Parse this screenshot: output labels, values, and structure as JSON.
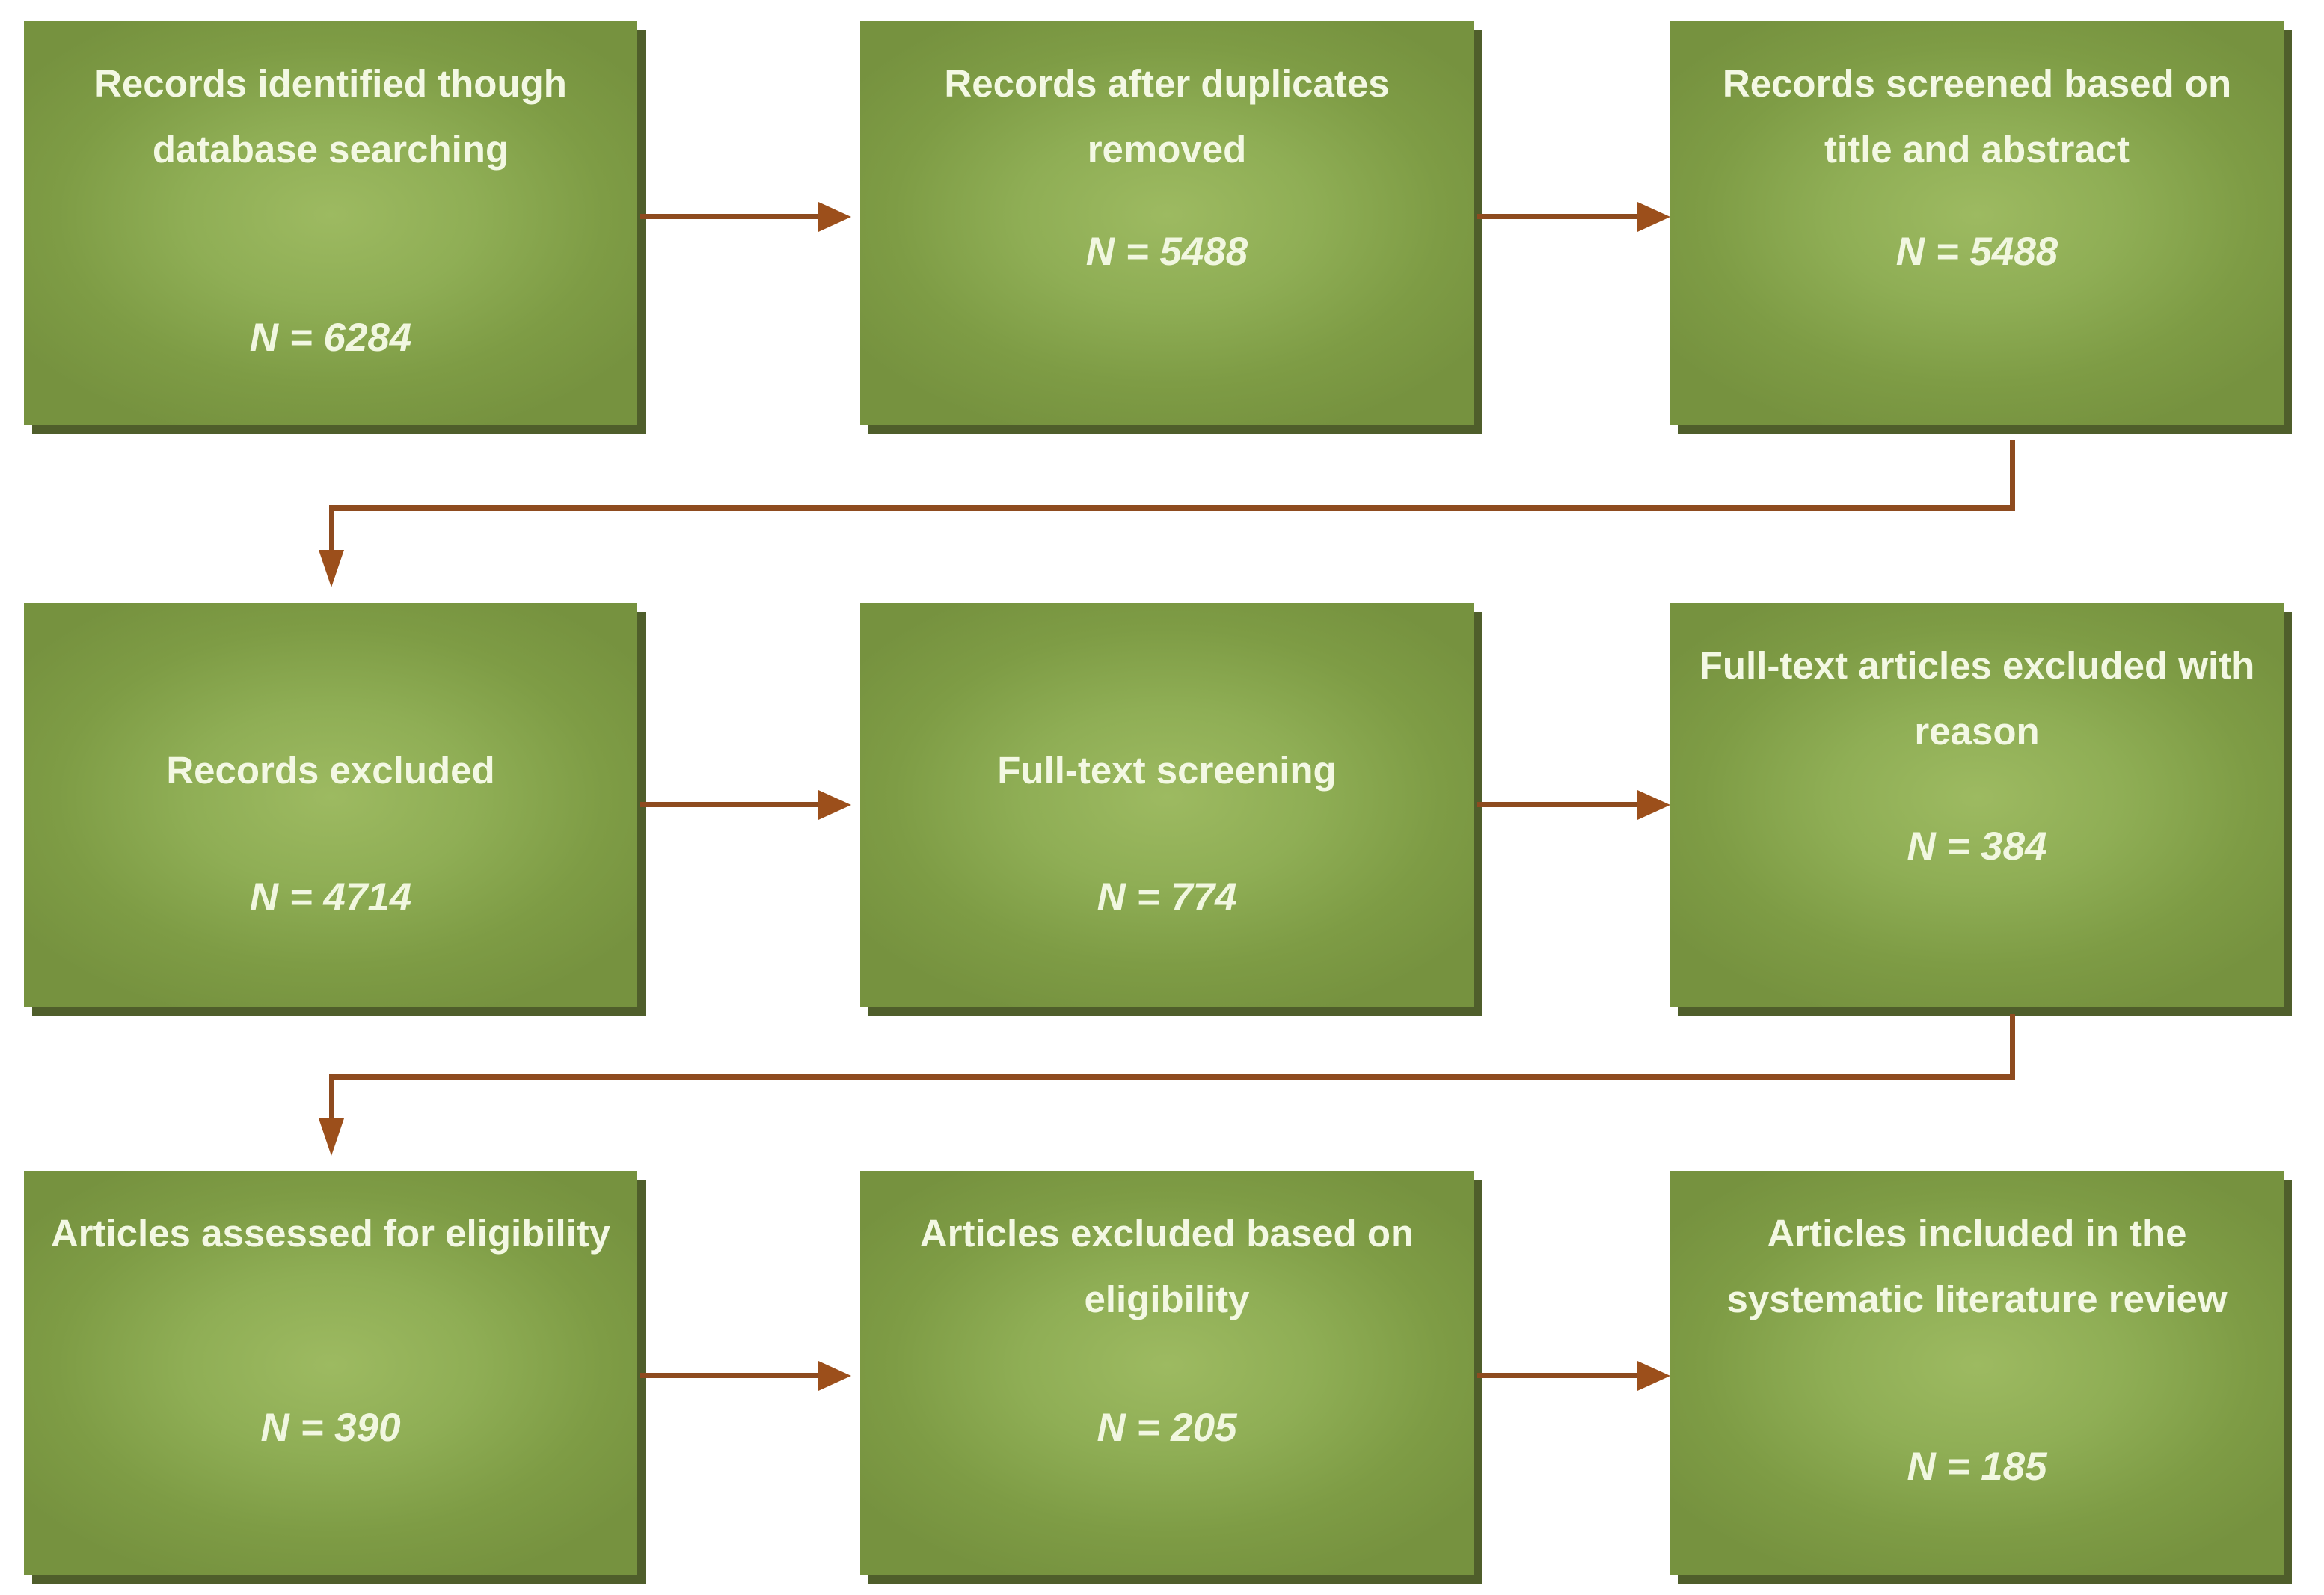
{
  "diagram": {
    "type": "flowchart",
    "description_not_invented": "systematic literature review screening flow",
    "colors": {
      "box_fill_center": "#9dba61",
      "box_fill_edge": "#76923f",
      "box_shadow": "#4f5e2b",
      "arrow_line": "#8e4b1f",
      "arrow_head": "#9c4f1b",
      "text": "#f3f8e3",
      "background": "#ffffff"
    }
  },
  "boxes": [
    {
      "id": "records-identified",
      "title": "Records identified though database searching",
      "n": "N = 6284"
    },
    {
      "id": "duplicates-removed",
      "title": "Records after duplicates removed",
      "n": "N = 5488"
    },
    {
      "id": "records-screened",
      "title": "Records screened based on title and abstract",
      "n": "N = 5488"
    },
    {
      "id": "records-excluded",
      "title": "Records excluded",
      "n": "N = 4714"
    },
    {
      "id": "fulltext-screening",
      "title": "Full-text screening",
      "n": "N = 774"
    },
    {
      "id": "fulltext-excluded",
      "title": "Full-text articles excluded with reason",
      "n": "N = 384"
    },
    {
      "id": "articles-assessed",
      "title": "Articles assessed for eligibility",
      "n": "N = 390"
    },
    {
      "id": "articles-excluded",
      "title": "Articles excluded based on eligibility",
      "n": "N = 205"
    },
    {
      "id": "articles-included",
      "title": "Articles included in the systematic literature review",
      "n": "N = 185"
    }
  ],
  "edges": [
    {
      "from": "records-identified",
      "to": "duplicates-removed"
    },
    {
      "from": "duplicates-removed",
      "to": "records-screened"
    },
    {
      "from": "records-screened",
      "to": "records-excluded"
    },
    {
      "from": "records-excluded",
      "to": "fulltext-screening"
    },
    {
      "from": "fulltext-screening",
      "to": "fulltext-excluded"
    },
    {
      "from": "fulltext-excluded",
      "to": "articles-assessed"
    },
    {
      "from": "articles-assessed",
      "to": "articles-excluded"
    },
    {
      "from": "articles-excluded",
      "to": "articles-included"
    }
  ]
}
